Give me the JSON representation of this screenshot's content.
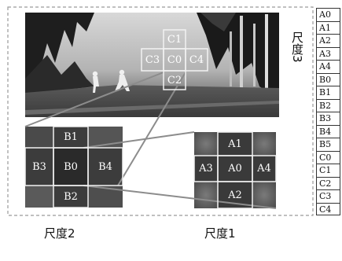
{
  "scale3": {
    "label": "尺度3",
    "cells": {
      "c1": "C1",
      "c3": "C3",
      "c0": "C0",
      "c4": "C4",
      "c2": "C2"
    }
  },
  "scale2": {
    "label": "尺度2",
    "cells": {
      "b1": "B1",
      "b3": "B3",
      "b0": "B0",
      "b4": "B4",
      "b2": "B2"
    }
  },
  "scale1": {
    "label": "尺度1",
    "cells": {
      "a1": "A1",
      "a3": "A3",
      "a0": "A0",
      "a4": "A4",
      "a2": "A2"
    }
  },
  "legend": [
    "A0",
    "A1",
    "A2",
    "A3",
    "A4",
    "B0",
    "B1",
    "B2",
    "B3",
    "B4",
    "B5",
    "C0",
    "C1",
    "C2",
    "C3",
    "C4"
  ],
  "colors": {
    "frame": "#9a9a9a",
    "connector": "#8c8c8c",
    "cell_border": "#f2f2f2",
    "image_dark": "#2b2b2b",
    "image_light": "#d9d9d9"
  }
}
